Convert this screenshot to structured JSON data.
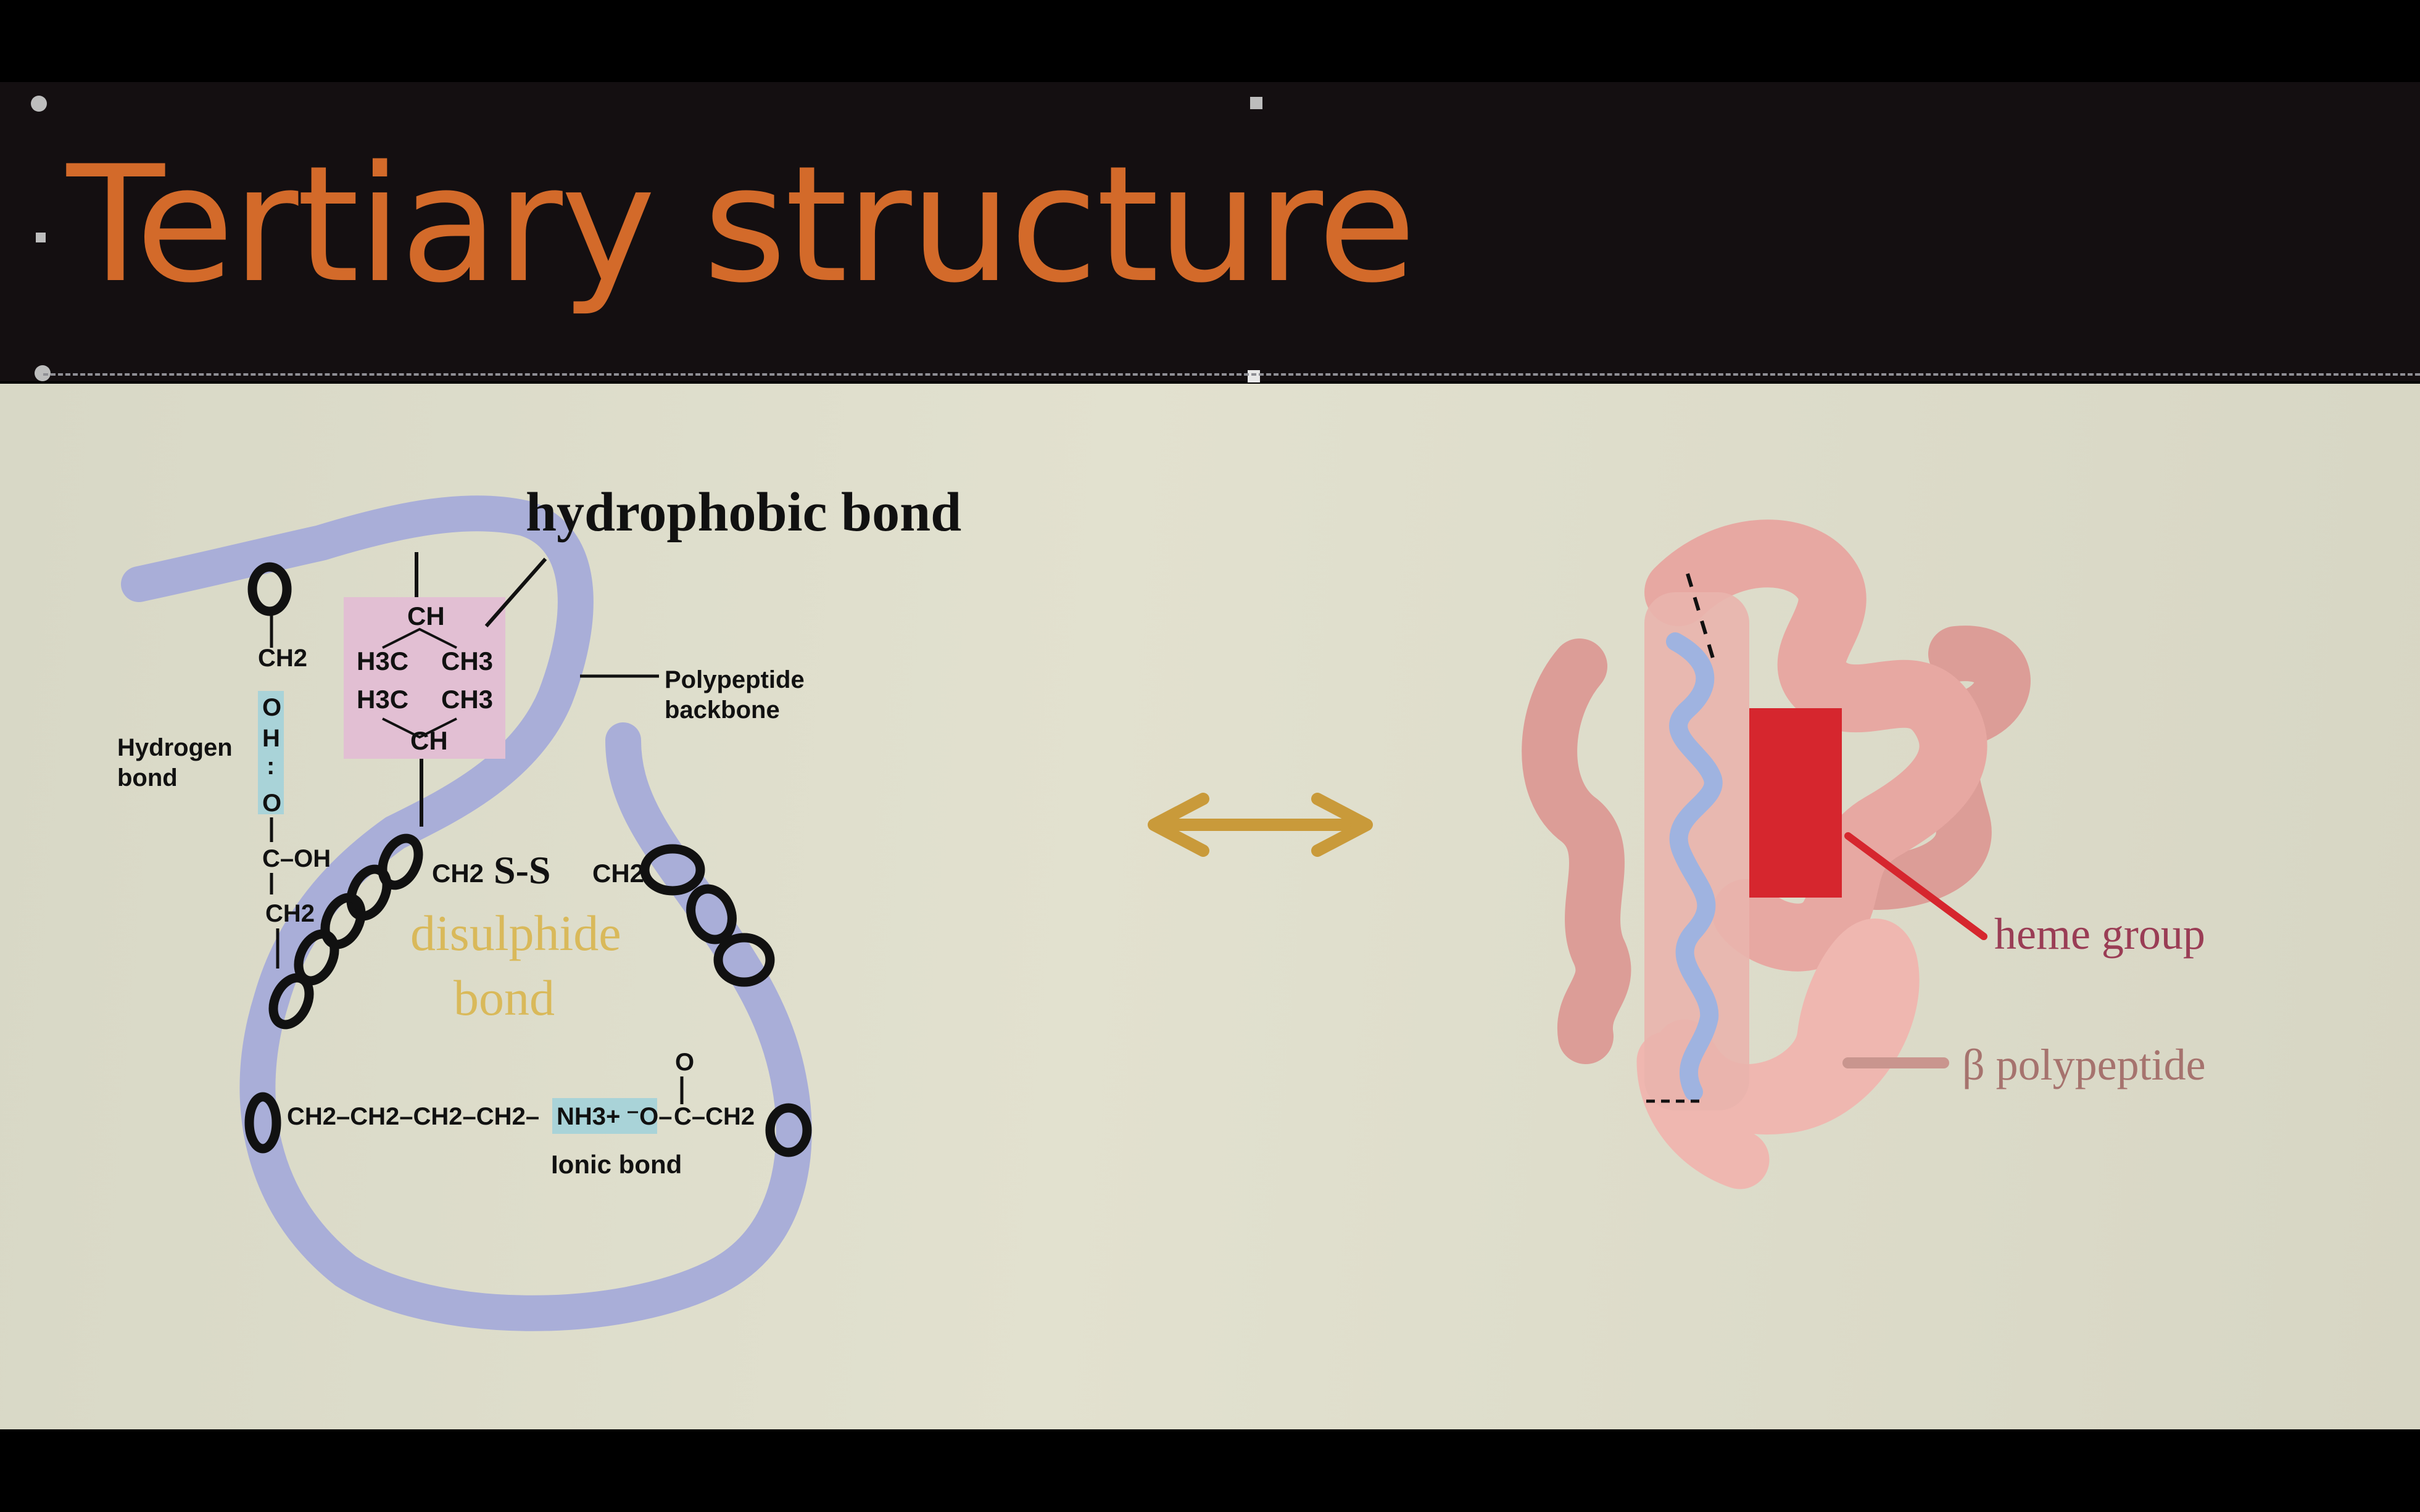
{
  "slide": {
    "title": "Tertiary structure"
  },
  "left_diagram": {
    "hydrophobic_label": "hydrophobic bond",
    "backbone_label_line1": "Polypeptide",
    "backbone_label_line2": "backbone",
    "hydrogen_label_line1": "Hydrogen",
    "hydrogen_label_line2": "bond",
    "disulphide_label_line1": "disulphide",
    "disulphide_label_line2": "bond",
    "ionic_label": "Ionic bond",
    "ring": {
      "ch_top": "CH",
      "h3c_1": "H3C",
      "ch3_1": "CH3",
      "h3c_2": "H3C",
      "ch3_2": "CH3",
      "ch_bottom": "CH"
    },
    "hbond_chain": {
      "ch2": "CH2",
      "o_top": "O",
      "h": "H",
      "dots": ":",
      "o_bottom": "O",
      "c_oh": "C–OH",
      "ch2_bottom": "CH2"
    },
    "disulphide_formula": {
      "ch2_left": "CH2",
      "s_s": "S-S",
      "ch2_right": "CH2"
    },
    "ionic_formula": {
      "chain": "CH2–CH2–CH2–CH2–",
      "nh3": "NH3+",
      "o": "⁻O–",
      "carbonyl_o": "O",
      "c_ch2": "C–CH2"
    }
  },
  "right_diagram": {
    "heme_label": "heme group",
    "beta_label": "β polypeptide"
  },
  "colors": {
    "title": "#d36a2a",
    "backbone": "#a9aed8",
    "hydrophobic_box": "#e2bfd3",
    "hbond_box": "#a9d3d8",
    "disulphide_text": "#d9b95a",
    "arrow": "#c99a3a",
    "protein": "#e7a8a2",
    "heme": "#d6262e",
    "helix": "#9fb3e0"
  }
}
